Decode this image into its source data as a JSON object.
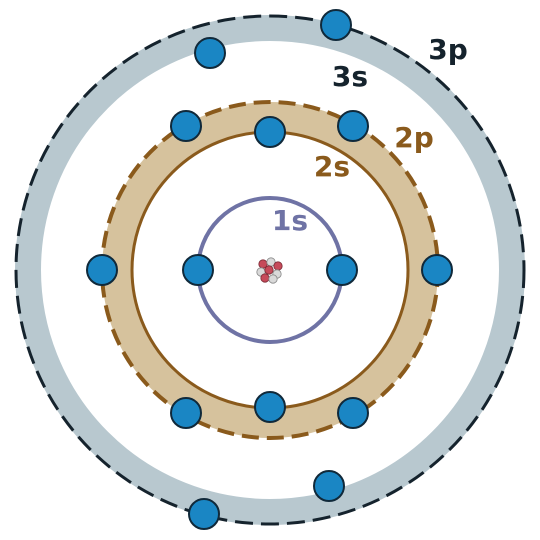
{
  "labels": {
    "s1": "1s",
    "s2": "2s",
    "p2": "2p",
    "s3": "3s",
    "p3": "3p"
  },
  "colors": {
    "shell1": "#6f73a5",
    "shell2_band": "#d6c29d",
    "shell2_line": "#8a5a1c",
    "shell3_band": "#b8c8cf",
    "shell3_line": "#15232d",
    "electron": "#1a86c4",
    "electron_stroke": "#10293a",
    "label_s1": "#6f73a5",
    "label_shell2": "#8a5a1c",
    "label_shell3": "#15232d",
    "proton": "#c64a5a",
    "neutron": "#d9d9d9"
  },
  "electrons": {
    "shell_1s": 2,
    "shell_2": 8,
    "shell_3": 4
  }
}
